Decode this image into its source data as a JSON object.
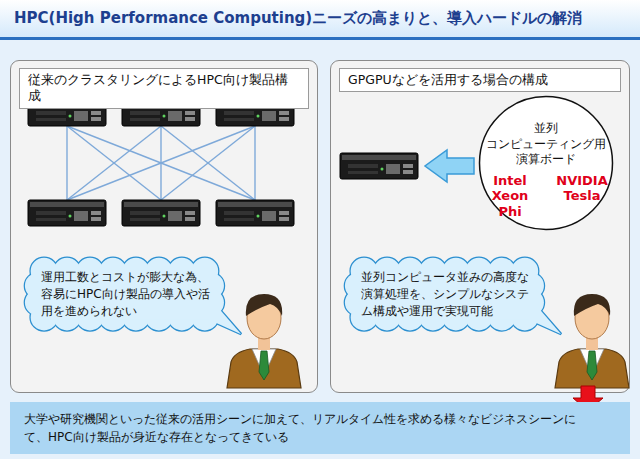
{
  "diagram": {
    "title": "HPC(High Performance Computing)ニーズの高まりと、導入ハードルの解消",
    "nodes": [
      {
        "text": [
          "従来のクラスタリングによるHPC向け製品構成"
        ]
      },
      {
        "text": [
          "運用工数とコストが膨大な為、容易にHPC向け製品の導入や活用を進められない"
        ],
        "in": 0
      },
      {
        "text": [
          "GPGPUなどを活用する場合の構成"
        ]
      },
      {
        "text": [
          "並列 コンピューティング用 演算ボード",
          "Intel Xeon Phi",
          "NVIDIA Tesla"
        ],
        "in": 2
      },
      {
        "text": [
          "並列コンピュータ並みの高度な演算処理を、シンプルなシステム構成や運用で実現可能"
        ],
        "in": 2
      },
      {
        "text": [
          "大学や研究機関といった従来の活用シーンに加えて、リアルタイム性を求める様々なビジネスシーンにて、HPC向け製品が身近な存在となってきている"
        ]
      }
    ]
  }
}
